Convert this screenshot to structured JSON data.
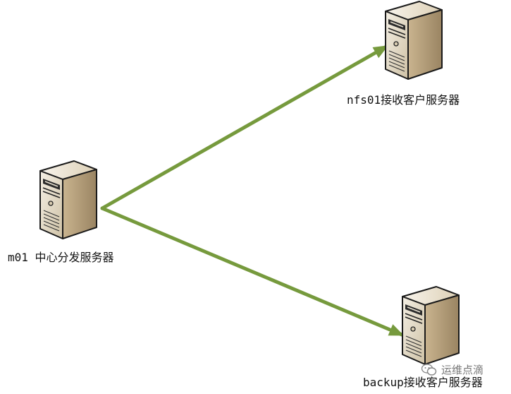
{
  "nodes": {
    "center": {
      "label": "m01 中心分发服务器"
    },
    "nfs": {
      "label": "nfs01接收客户服务器"
    },
    "backup": {
      "label": "backup接收客户服务器"
    }
  },
  "connections": [
    {
      "from": "center",
      "to": "nfs"
    },
    {
      "from": "center",
      "to": "backup"
    }
  ],
  "colors": {
    "arrow": "#769a3d",
    "server_front": "#e3d8c1",
    "server_side": "#bba47f",
    "server_outline": "#1a1a1a"
  },
  "icons": {
    "server": "server-tower-icon",
    "watermark": "wechat-icon"
  },
  "watermark": {
    "text": "运维点滴"
  }
}
